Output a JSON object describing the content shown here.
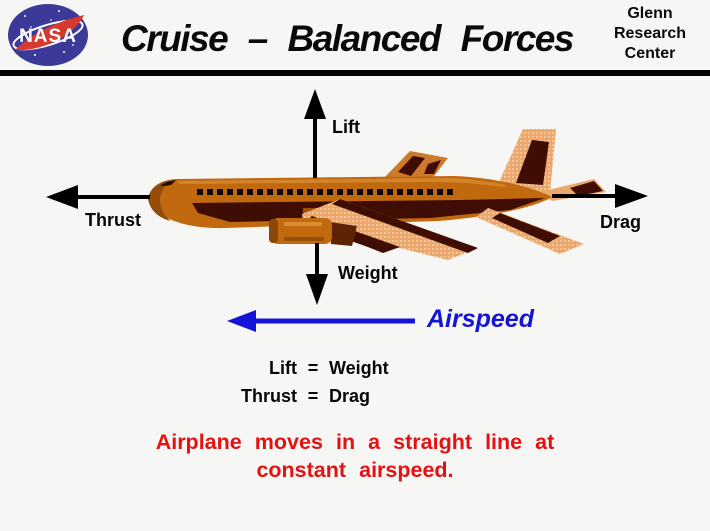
{
  "page": {
    "background_color": "#f6f6f4"
  },
  "header": {
    "nasa_logo_text": "NASA",
    "title": "Cruise – Balanced Forces",
    "org_lines": [
      "Glenn",
      "Research",
      "Center"
    ]
  },
  "diagram": {
    "force_labels": {
      "lift": "Lift",
      "thrust": "Thrust",
      "drag": "Drag",
      "weight": "Weight"
    },
    "airspeed_label": "Airspeed",
    "forces": [
      {
        "name": "Lift",
        "direction": "up"
      },
      {
        "name": "Thrust",
        "direction": "left"
      },
      {
        "name": "Drag",
        "direction": "right"
      },
      {
        "name": "Weight",
        "direction": "down"
      },
      {
        "name": "Airspeed",
        "direction": "left"
      }
    ],
    "arrow_color": "#000000",
    "airspeed_color": "#1414d6",
    "airplane_colors": {
      "fuselage": "#c0690f",
      "wing": "#eba86a",
      "stripe": "#400d04"
    }
  },
  "equations": {
    "rows": [
      {
        "left": "Lift",
        "sign": "=",
        "right": "Weight"
      },
      {
        "left": "Thrust",
        "sign": "=",
        "right": "Drag"
      }
    ]
  },
  "caption": {
    "color": "#e31111",
    "lines": [
      "Airplane moves in a straight line at",
      "constant airspeed."
    ]
  }
}
